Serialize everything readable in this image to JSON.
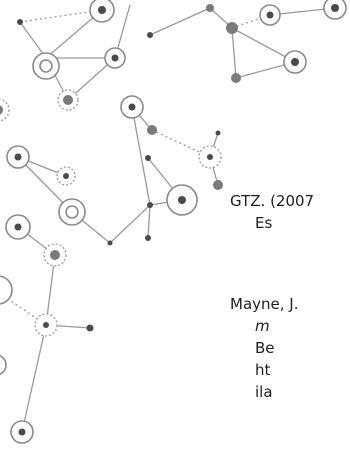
{
  "references": [
    {
      "lines": [
        {
          "text": "GTZ. (2007",
          "indent": false,
          "italic": false
        },
        {
          "text": "Es",
          "indent": true,
          "italic": false
        }
      ]
    },
    {
      "lines": [
        {
          "text": "Mayne, J.",
          "indent": false,
          "italic": false
        },
        {
          "text": "m",
          "indent": true,
          "italic": true
        },
        {
          "text": "Be",
          "indent": true,
          "italic": false
        },
        {
          "text": "ht",
          "indent": true,
          "italic": false
        },
        {
          "text": "ila",
          "indent": true,
          "italic": false
        }
      ]
    }
  ],
  "colors": {
    "line": "#9a9a9a",
    "node_dark": "#4a4a4a",
    "node_mid": "#7a7a7a",
    "text": "#1f1f1f"
  },
  "decoration": {
    "name": "molecular-network-graphic"
  }
}
